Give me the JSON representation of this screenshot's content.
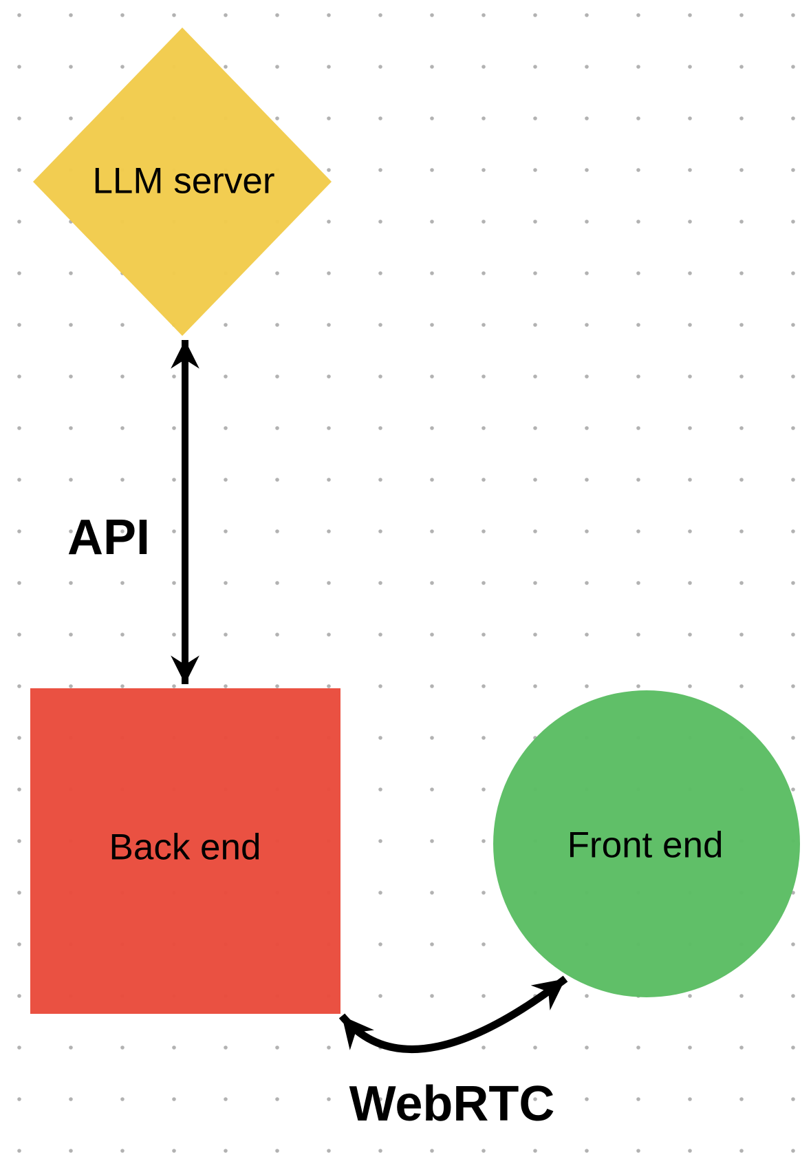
{
  "app": {
    "type": "diagram-canvas"
  },
  "background": {
    "dot_color": "#b2b2b2"
  },
  "nodes": [
    {
      "label": "LLM server",
      "shape": "diamond",
      "color": "#f2cb4b",
      "text_color": "#000000"
    },
    {
      "label": "Back end",
      "shape": "square",
      "color": "#e94b3c",
      "text_color": "#000000"
    },
    {
      "label": "Front end",
      "shape": "circle",
      "color": "#5bbd63",
      "text_color": "#000000"
    }
  ],
  "edges": [
    {
      "label": "API",
      "from": "LLM server",
      "to": "Back end",
      "arrow": "double",
      "color": "#000000"
    },
    {
      "label": "WebRTC",
      "from": "Back end",
      "to": "Front end",
      "arrow": "double",
      "color": "#000000"
    }
  ]
}
